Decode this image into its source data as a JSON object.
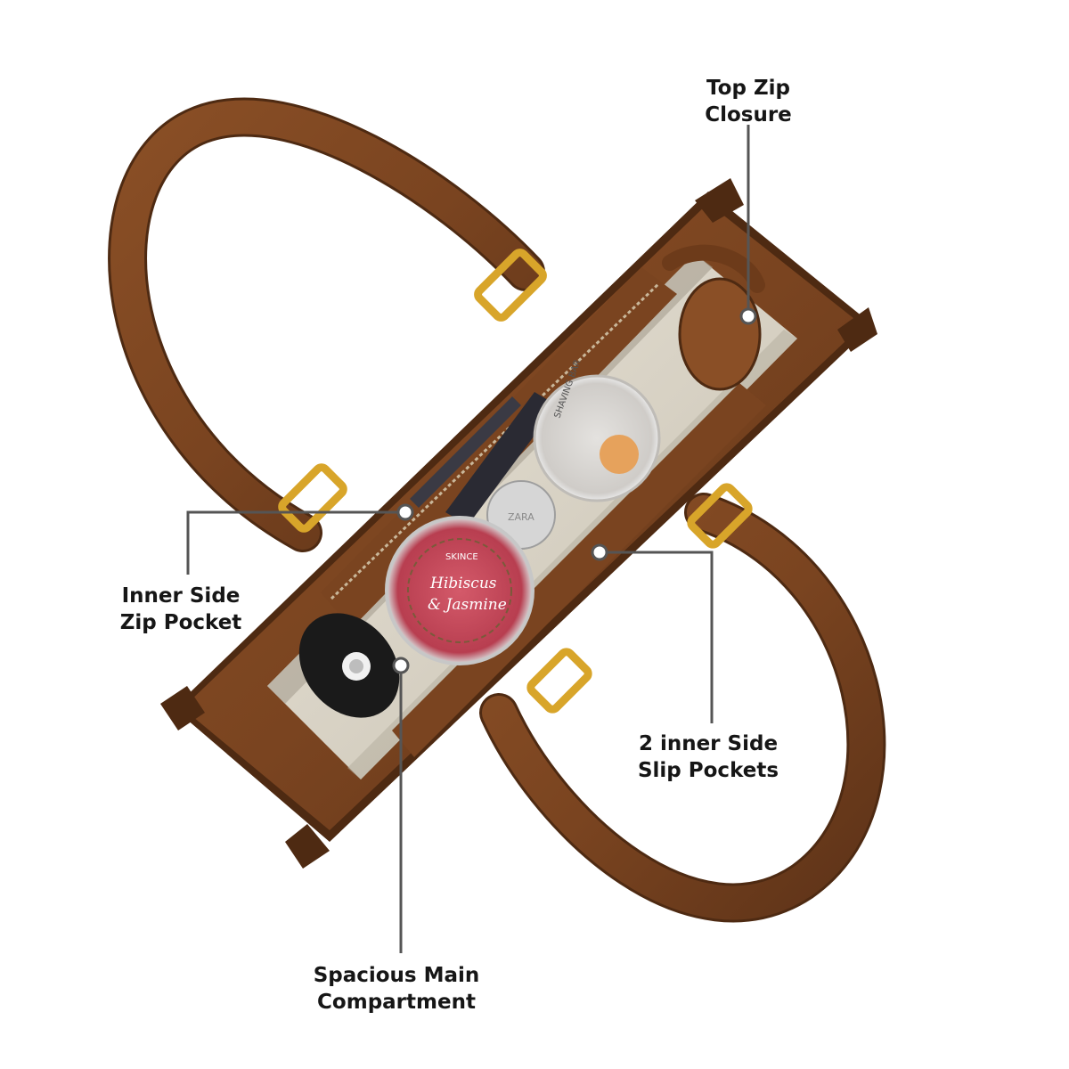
{
  "callouts": {
    "top_zip": {
      "line1": "Top Zip",
      "line2": "Closure"
    },
    "inner_zip": {
      "line1": "Inner Side",
      "line2": "Zip Pocket"
    },
    "slip_pockets": {
      "line1": "2 inner Side",
      "line2": "Slip Pockets"
    },
    "main_compartment": {
      "line1": "Spacious Main",
      "line2": "Compartment"
    }
  },
  "products": {
    "round_tin_left": {
      "brand": "SKINCE",
      "line1": "Hibiscus",
      "line2": "& Jasmine"
    },
    "round_tin_right": {
      "line1": "SHAVING BAR"
    },
    "bottle": {
      "brand": "ZARA"
    }
  },
  "colors": {
    "leather": "#7a4420",
    "leather_dark": "#4e2a12",
    "leather_light": "#96582b",
    "lining": "#dcd6c8",
    "lining_shadow": "#bfb8a8",
    "hardware_gold": "#d8a52a",
    "callout_line": "#555555",
    "callout_dot": "#ffffff",
    "tin_red": "#c9485a",
    "tin_gray": "#d9d7d4",
    "soap_orange": "#e6a25c"
  },
  "icons": {
    "callout_marker": "callout-dot-icon"
  }
}
